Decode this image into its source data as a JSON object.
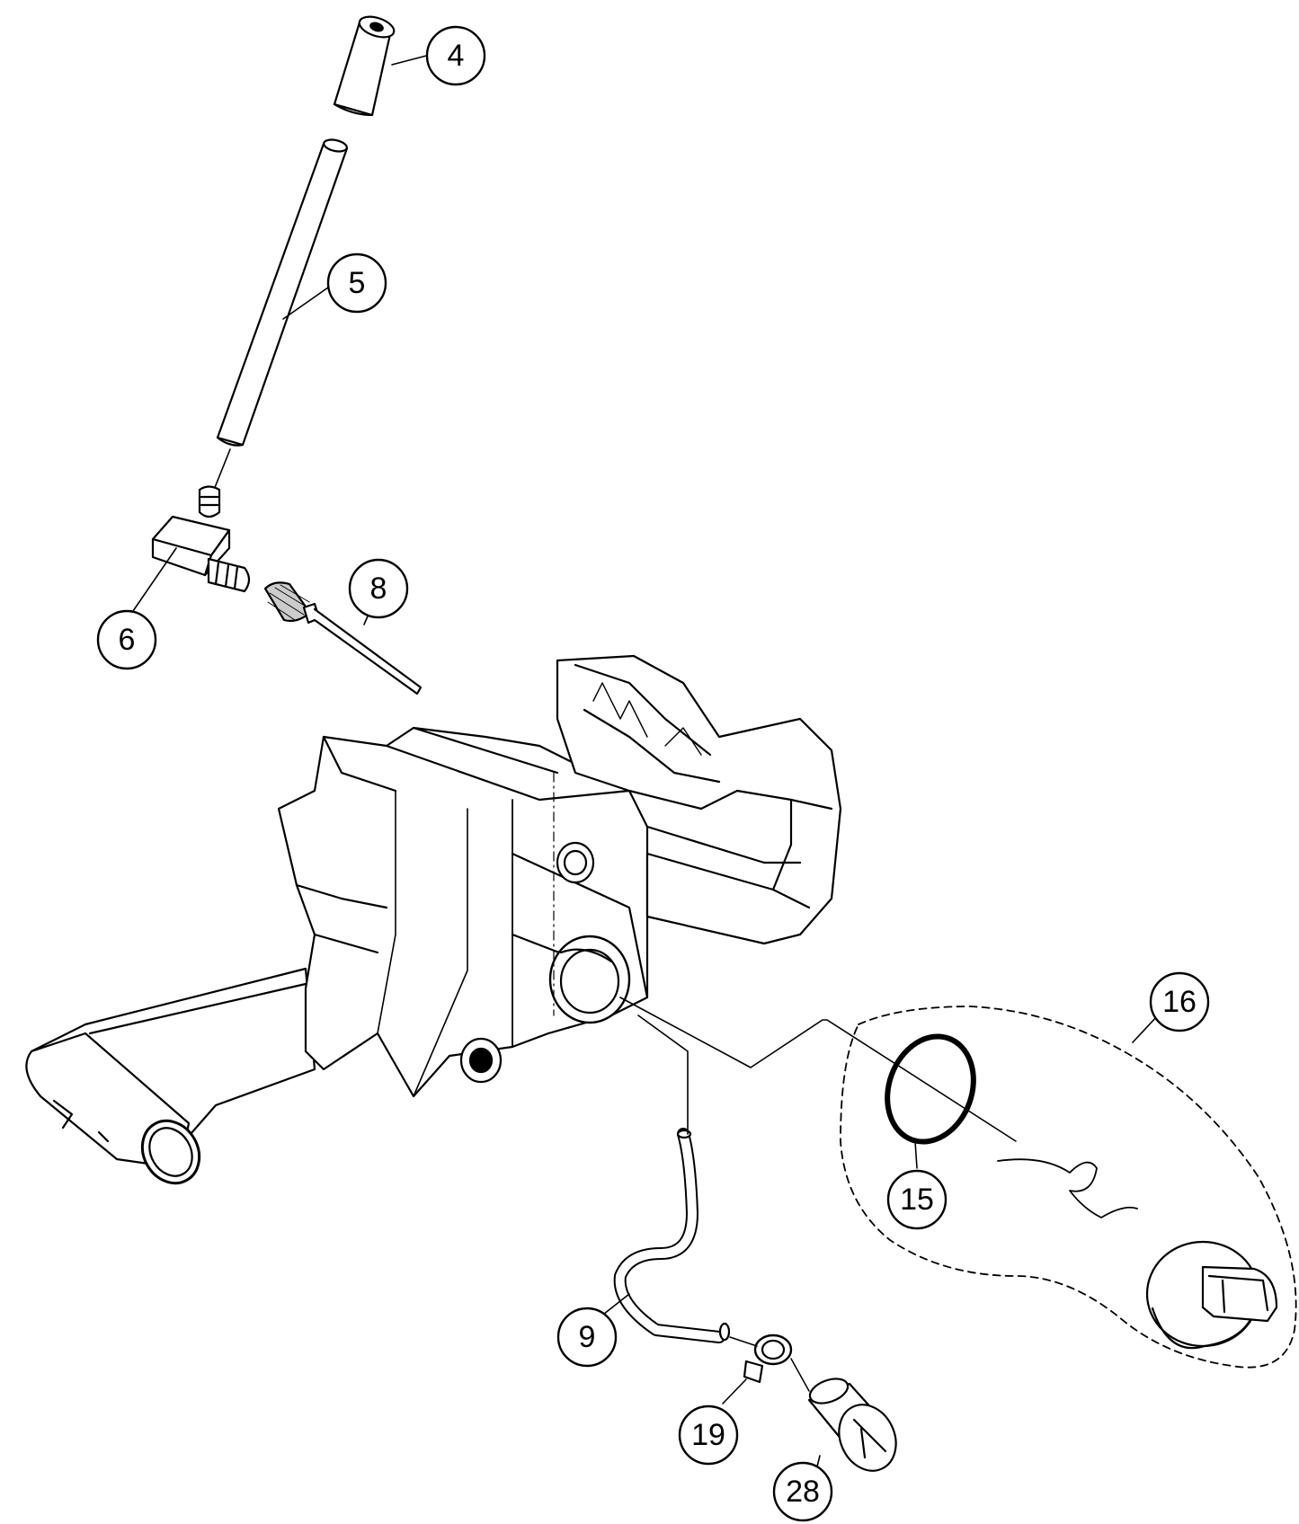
{
  "colors": {
    "line": "#000000",
    "background": "#ffffff",
    "shade": "#d9d9d9"
  },
  "callouts": {
    "c4": "4",
    "c5": "5",
    "c6": "6",
    "c8": "8",
    "c9": "9",
    "c15": "15",
    "c16": "16",
    "c19": "19",
    "c28": "28"
  }
}
